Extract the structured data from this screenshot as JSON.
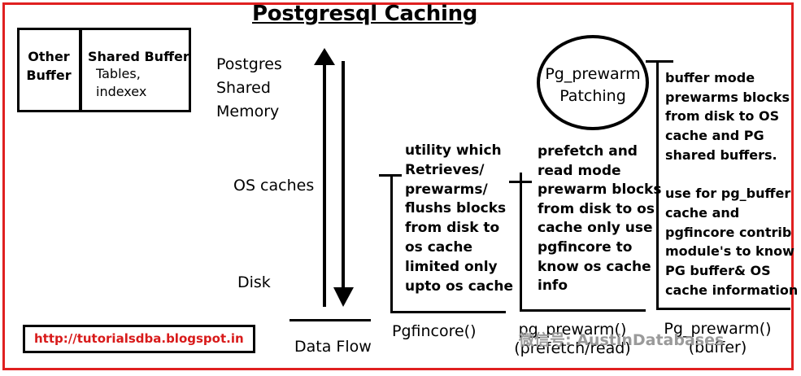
{
  "title": "Postgresql Caching",
  "buffers": {
    "other": "Other\nBuffer",
    "shared_title": "Shared Buffer",
    "shared_items": "Tables,\nindexex"
  },
  "layers": {
    "shared_memory": "Postgres\nShared\nMemory",
    "os_caches": "OS caches",
    "disk": "Disk"
  },
  "data_flow": "Data Flow",
  "pgfincore": {
    "desc": "utility which\nRetrieves/\nprewarms/\nflushs blocks\nfrom disk to\nos cache\nlimited only\nupto os cache",
    "label": "Pgfincore()"
  },
  "prewarm_read": {
    "desc": "prefetch and\nread mode\nprewarm blocks\nfrom disk to os\ncache only use\npgfincore to\nknow os cache\ninfo",
    "label": "pg_prewarm()\n(prefetch/read)"
  },
  "patching": "Pg_prewarm\nPatching",
  "prewarm_buffer": {
    "desc": "buffer mode\nprewarms blocks\nfrom disk to OS\ncache and PG\nshared buffers.\n\nuse for pg_buffer\ncache and\npgfincore  contrib\nmodule's to know\nPG buffer& OS\ncache information",
    "label": "Pg_prewarm()\n(buffer)"
  },
  "url": "http://tutorialsdba.blogspot.in",
  "watermark": "微信号: AustinDatabases",
  "colors": {
    "frame": "#e02020",
    "url": "#d81a1a",
    "watermark": "#9a9a9a"
  }
}
